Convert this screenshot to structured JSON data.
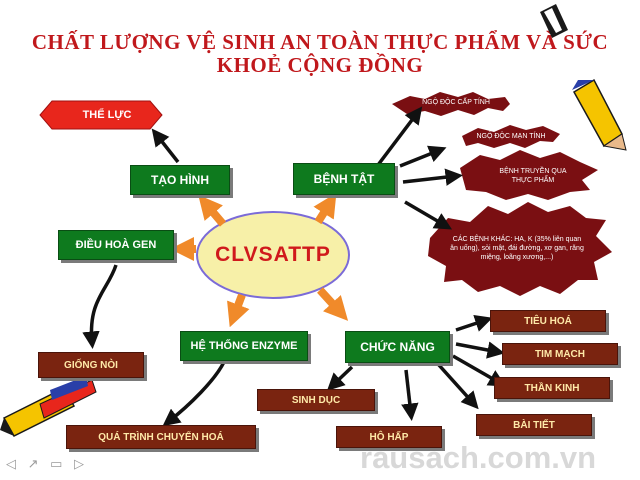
{
  "title": {
    "line1": "CHẤT LƯỢNG VỆ SINH AN TOÀN THỰC PHẨM VÀ SỨC",
    "line2": "KHOẺ CỘNG ĐỒNG"
  },
  "center": "CLVSATTP",
  "nodes": {
    "the_luc": "THỂ LỰC",
    "tao_hinh": "TẠO HÌNH",
    "benh_tat": "BỆNH TẬT",
    "dieu_hoa_gen": "ĐIỀU HOÀ GEN",
    "he_thong_enzyme": "HỆ THỐNG ENZYME",
    "chuc_nang": "CHỨC NĂNG",
    "giong_noi": "GIỐNG NÒI",
    "qua_trinh": "QUÁ TRÌNH CHUYỂN HOÁ",
    "sinh_duc": "SINH DỤC",
    "ho_hap": "HÔ HẤP",
    "tieu_hoa": "TIÊU HOÁ",
    "tim_mach": "TIM MẠCH",
    "than_kinh": "THẦN KINH",
    "bai_tiet": "BÀI TIẾT"
  },
  "diseases": {
    "cap_tinh": "NGỘ ĐỘC CẤP TÍNH",
    "man_tinh": "NGỘ ĐỘC MẠN TÍNH",
    "truyen_qua": "BỆNH TRUYỀN QUA THỰC PHẨM",
    "khac": "CÁC BỆNH KHÁC: HA, K (35% liên quan ăn uống), sỏi mật, đái đường, xơ gan, răng miệng, loãng xương,...)"
  },
  "watermark": "rausach.com.vn",
  "nav_icons": "◁ ↗ ▭ ▷",
  "colors": {
    "title": "#c0181c",
    "green_box": "#0e7a1e",
    "brown_box": "#7a2410",
    "burst": "#7a0f12",
    "center_fill": "#f7f0a8",
    "orange_arrow": "#f08a2a",
    "red_callout": "#e8261c"
  }
}
